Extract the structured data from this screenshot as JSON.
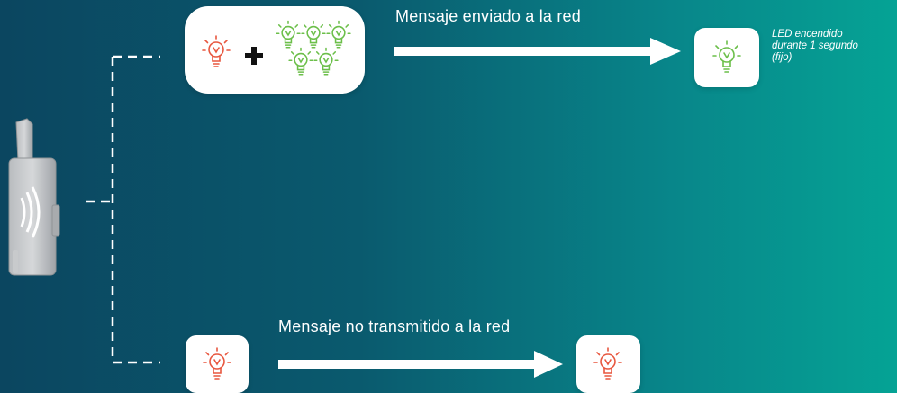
{
  "colors": {
    "bg_start": "#0b4660",
    "bg_end": "#05a395",
    "bulb_red": "#e8573f",
    "bulb_green": "#6cbf4a",
    "arrow": "#ffffff",
    "card": "#ffffff"
  },
  "top_path": {
    "label": "Mensaje enviado a la red",
    "note_lines": [
      "LED encendido",
      "durante 1 segundo",
      "(fijo)"
    ],
    "source_icons": [
      "red-bulb-icon",
      "plus-icon",
      "green-bulb-icon",
      "green-bulb-icon",
      "green-bulb-icon",
      "green-bulb-icon",
      "green-bulb-icon"
    ],
    "result_icon": "green-bulb-icon"
  },
  "bottom_path": {
    "label": "Mensaje no transmitido a la red",
    "source_icon": "red-bulb-icon",
    "result_icon": "red-bulb-icon"
  },
  "device_icon": "wireless-transmitter-device-icon"
}
